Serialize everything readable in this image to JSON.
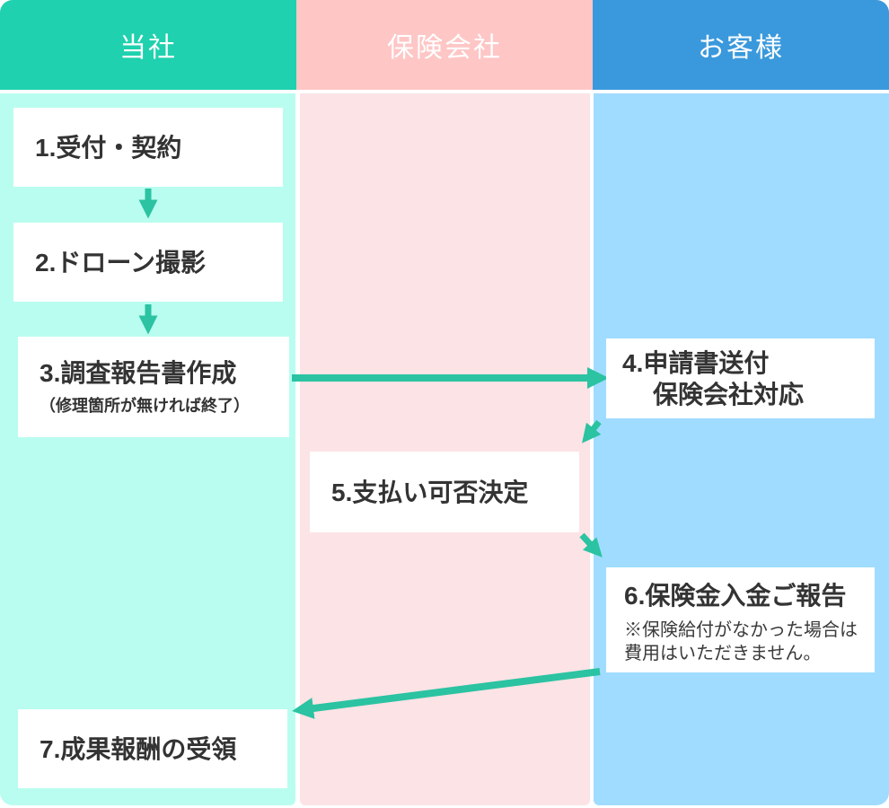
{
  "lanes": [
    {
      "id": "company",
      "label": "当社",
      "header_color": "#1fd1ae",
      "column_color": "#b9fdf0"
    },
    {
      "id": "insurer",
      "label": "保険会社",
      "header_color": "#ffc6c6",
      "column_color": "#fce3e5"
    },
    {
      "id": "customer",
      "label": "お客様",
      "header_color": "#3a99dc",
      "column_color": "#a0dcff"
    }
  ],
  "steps": [
    {
      "lane": "company",
      "label": "1.受付・契約"
    },
    {
      "lane": "company",
      "label": "2.ドローン撮影"
    },
    {
      "lane": "company",
      "label": "3.調査報告書作成",
      "note": "（修理箇所が無ければ終了）"
    },
    {
      "lane": "customer",
      "label": "4.申請書送付",
      "label_line2": "保険会社対応"
    },
    {
      "lane": "insurer",
      "label": "5.支払い可否決定"
    },
    {
      "lane": "customer",
      "label": "6.保険金入金ご報告",
      "note_line1": "※保険給付がなかった場合は",
      "note_line2": "費用はいただきません。"
    },
    {
      "lane": "company",
      "label": "7.成果報酬の受領"
    }
  ],
  "colors": {
    "arrow": "#2bc3a2",
    "text": "#333333",
    "box_background": "#ffffff"
  }
}
